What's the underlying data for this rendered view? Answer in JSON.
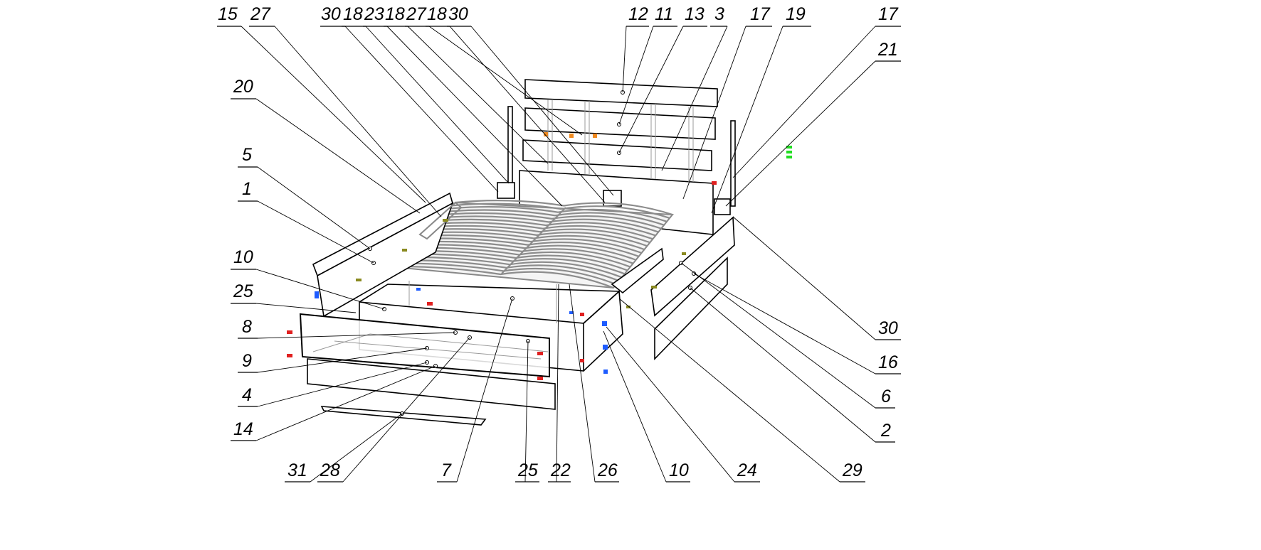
{
  "diagram": {
    "title_marker": "",
    "callouts": {
      "top": [
        "15",
        "27",
        "30",
        "18",
        "23",
        "18",
        "27",
        "18",
        "30",
        "12",
        "11",
        "13",
        "3",
        "17",
        "19"
      ],
      "right": [
        "17",
        "21",
        "30",
        "16",
        "6",
        "2"
      ],
      "bottom": [
        "29",
        "24",
        "10",
        "26",
        "22",
        "25",
        "7",
        "28",
        "31"
      ],
      "left": [
        "20",
        "5",
        "1",
        "10",
        "25",
        "8",
        "9",
        "4",
        "14"
      ]
    },
    "colors": {
      "line": "#000000",
      "hardware_red": "#e02020",
      "hardware_blue": "#1e5cff",
      "hardware_orange": "#f08a20",
      "hardware_olive": "#8a8a20",
      "marker_green": "#22dd22"
    }
  }
}
